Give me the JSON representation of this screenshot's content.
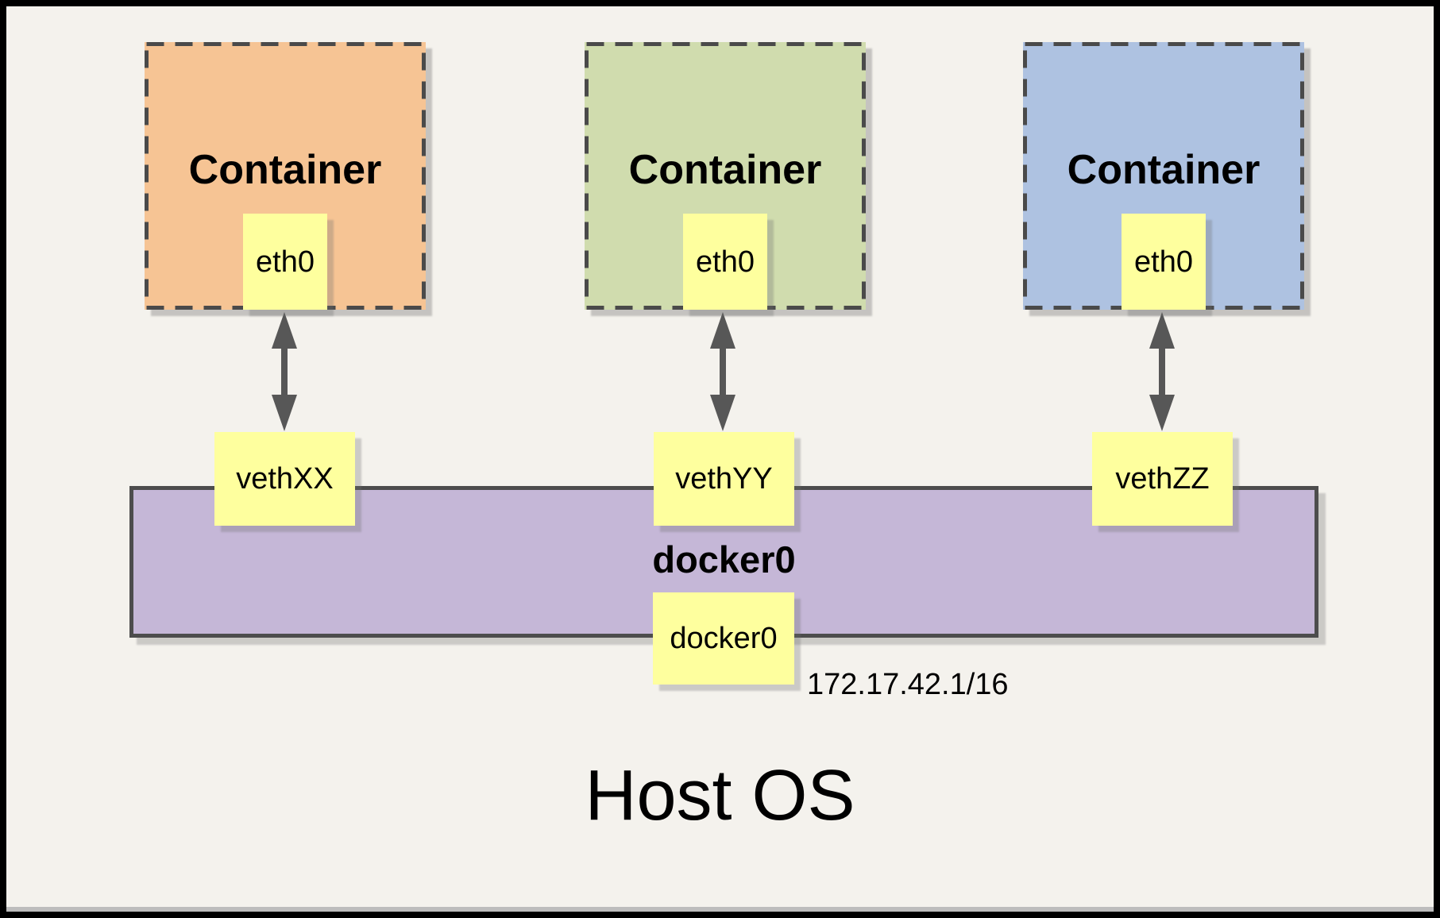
{
  "host": {
    "label": "Host OS"
  },
  "bridge": {
    "name_label": "docker0",
    "interface_box_label": "docker0",
    "ip_cidr": "172.17.42.1/16"
  },
  "containers": [
    {
      "label": "Container",
      "interface_label": "eth0",
      "veth_label": "vethXX",
      "fill": "#F6C494"
    },
    {
      "label": "Container",
      "interface_label": "eth0",
      "veth_label": "vethYY",
      "fill": "#D0DCAE"
    },
    {
      "label": "Container",
      "interface_label": "eth0",
      "veth_label": "vethZZ",
      "fill": "#AEC2E1"
    }
  ],
  "icons": {
    "connection_arrow": "double-headed-vertical-arrow"
  },
  "colors": {
    "background": "#F4F2ED",
    "page_border": "#000000",
    "dashed_border": "#4A4A4A",
    "bar_border": "#4D4D4D",
    "arrow": "#575757",
    "note_yellow": "#FEFF9E",
    "bridge_purple": "#C5B7D7",
    "text": "#000000"
  }
}
